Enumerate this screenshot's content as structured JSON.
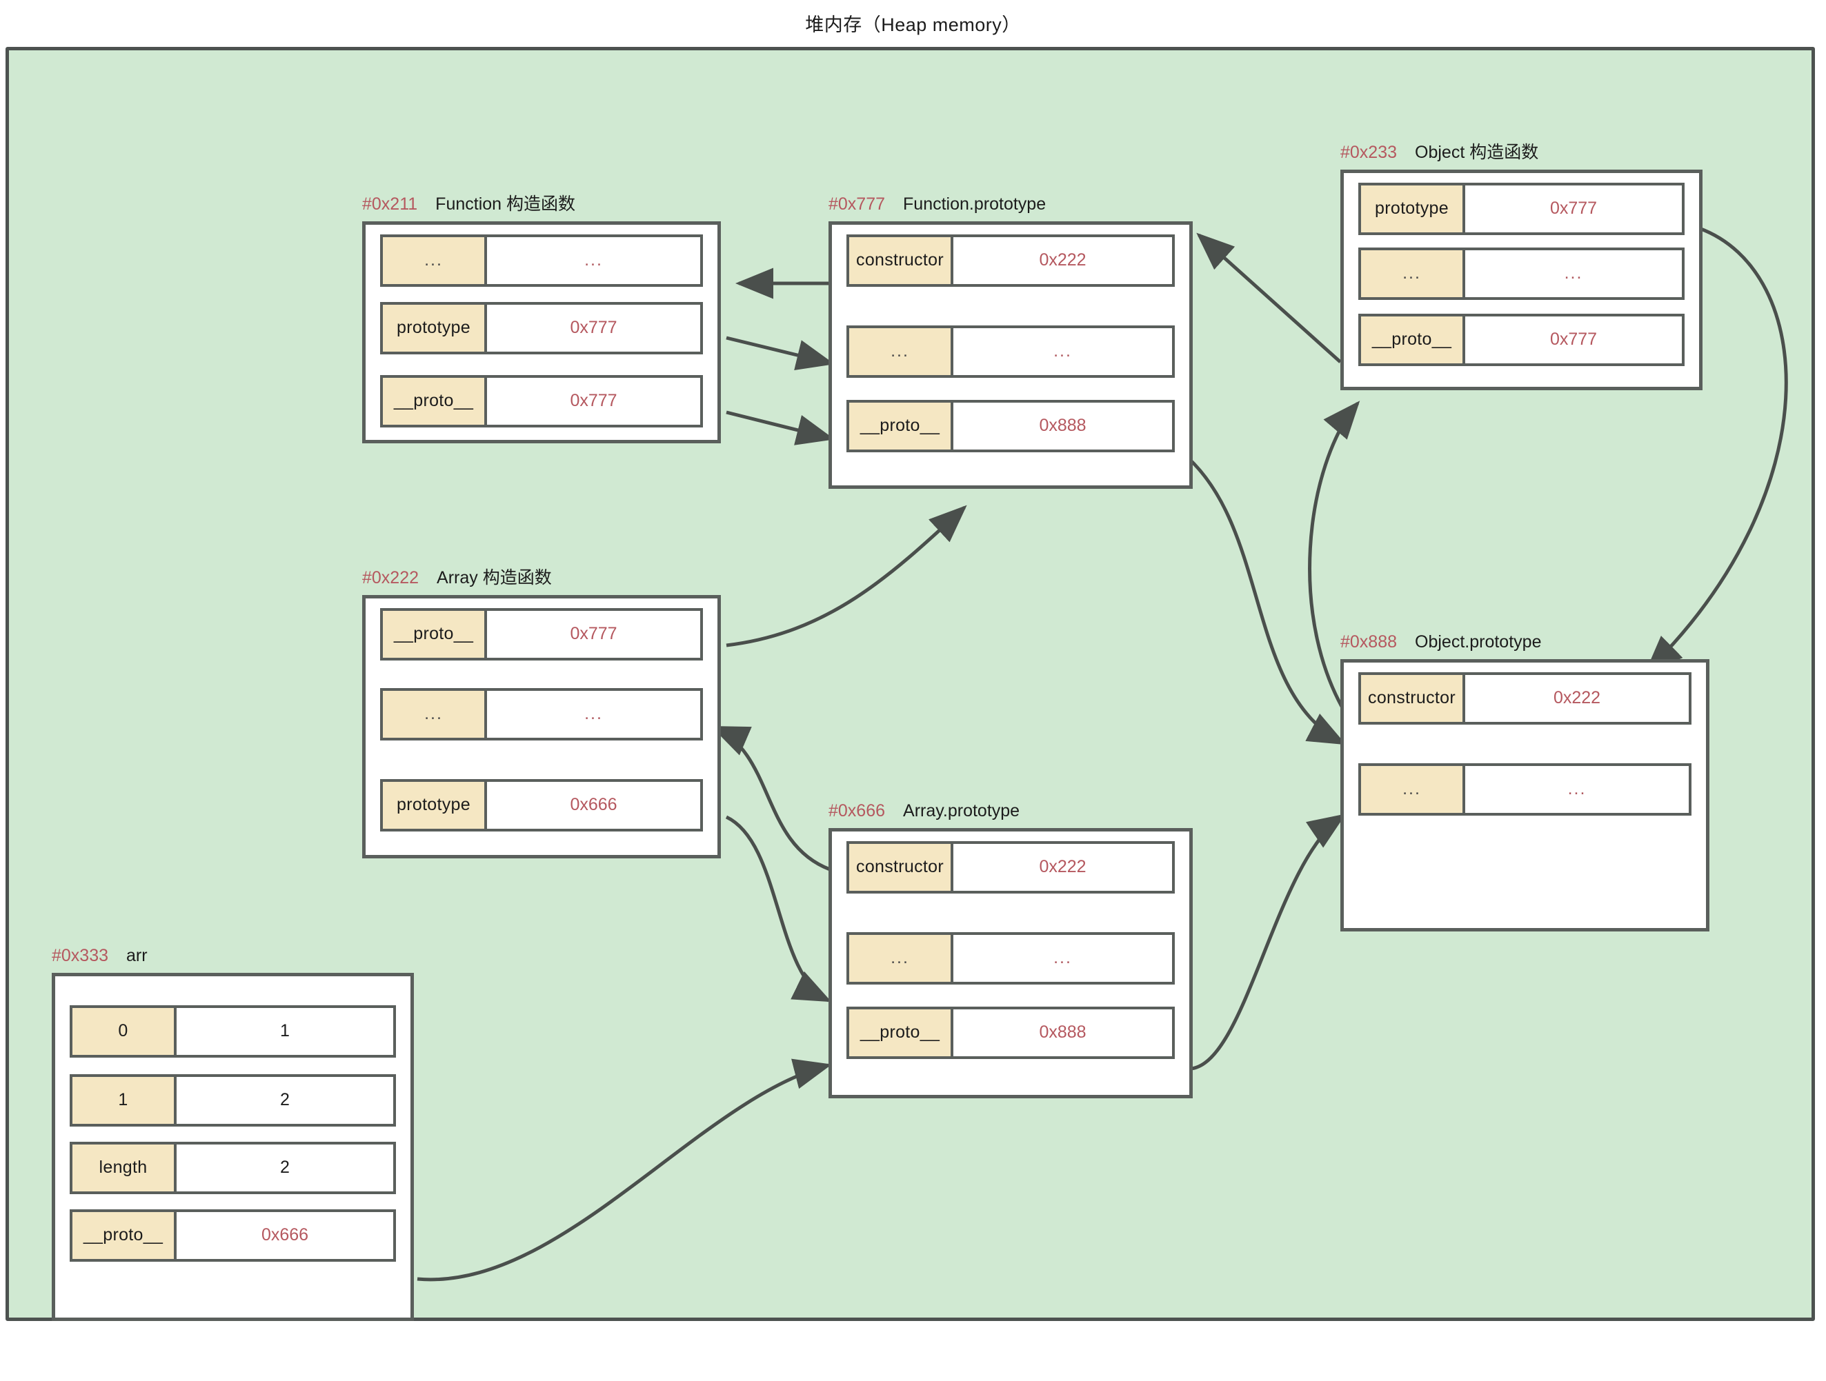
{
  "title": "堆内存（Heap memory）",
  "colors": {
    "heap_background": "#d0e9d2",
    "box_border": "#5a5f5c",
    "key_cell": "#f5e7c3",
    "address_text": "#b5585f",
    "arrow": "#4a4f4c"
  },
  "blocks": [
    {
      "id": "function-constructor",
      "address": "#0x211",
      "name": "Function 构造函数",
      "rows": [
        {
          "key": "...",
          "value": "...",
          "value_kind": "dots"
        },
        {
          "key": "prototype",
          "value": "0x777",
          "value_kind": "addr"
        },
        {
          "key": "__proto__",
          "value": "0x777",
          "value_kind": "addr"
        }
      ]
    },
    {
      "id": "function-prototype",
      "address": "#0x777",
      "name": "Function.prototype",
      "rows": [
        {
          "key": "constructor",
          "value": "0x222",
          "value_kind": "addr"
        },
        {
          "key": "...",
          "value": "...",
          "value_kind": "dots"
        },
        {
          "key": "__proto__",
          "value": "0x888",
          "value_kind": "addr"
        }
      ]
    },
    {
      "id": "object-constructor",
      "address": "#0x233",
      "name": "Object 构造函数",
      "rows": [
        {
          "key": "prototype",
          "value": "0x777",
          "value_kind": "addr"
        },
        {
          "key": "...",
          "value": "...",
          "value_kind": "dots"
        },
        {
          "key": "__proto__",
          "value": "0x777",
          "value_kind": "addr"
        }
      ]
    },
    {
      "id": "array-constructor",
      "address": "#0x222",
      "name": "Array 构造函数",
      "rows": [
        {
          "key": "__proto__",
          "value": "0x777",
          "value_kind": "addr"
        },
        {
          "key": "...",
          "value": "...",
          "value_kind": "dots"
        },
        {
          "key": "prototype",
          "value": "0x666",
          "value_kind": "addr"
        }
      ]
    },
    {
      "id": "array-prototype",
      "address": "#0x666",
      "name": "Array.prototype",
      "rows": [
        {
          "key": "constructor",
          "value": "0x222",
          "value_kind": "addr"
        },
        {
          "key": "...",
          "value": "...",
          "value_kind": "dots"
        },
        {
          "key": "__proto__",
          "value": "0x888",
          "value_kind": "addr"
        }
      ]
    },
    {
      "id": "object-prototype",
      "address": "#0x888",
      "name": "Object.prototype",
      "rows": [
        {
          "key": "constructor",
          "value": "0x222",
          "value_kind": "addr"
        },
        {
          "key": "...",
          "value": "...",
          "value_kind": "dots"
        }
      ]
    },
    {
      "id": "arr-object",
      "address": "#0x333",
      "name": "arr",
      "rows": [
        {
          "key": "0",
          "value": "1",
          "value_kind": "num"
        },
        {
          "key": "1",
          "value": "2",
          "value_kind": "num"
        },
        {
          "key": "length",
          "value": "2",
          "value_kind": "num"
        },
        {
          "key": "__proto__",
          "value": "0x666",
          "value_kind": "addr"
        }
      ]
    }
  ]
}
